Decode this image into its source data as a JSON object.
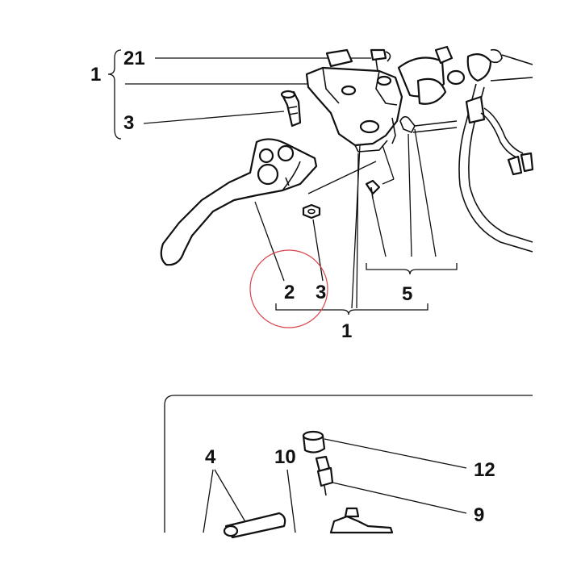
{
  "labels": {
    "l21": "21",
    "l1_top": "1",
    "l3_top": "3",
    "l2": "2",
    "l3_mid": "3",
    "l5": "5",
    "l1_bottom": "1",
    "l4": "4",
    "l10": "10",
    "l12": "12",
    "l9": "9"
  },
  "colors": {
    "ink": "#111111",
    "highlight_circle": "#d9434a",
    "background": "#ffffff"
  }
}
